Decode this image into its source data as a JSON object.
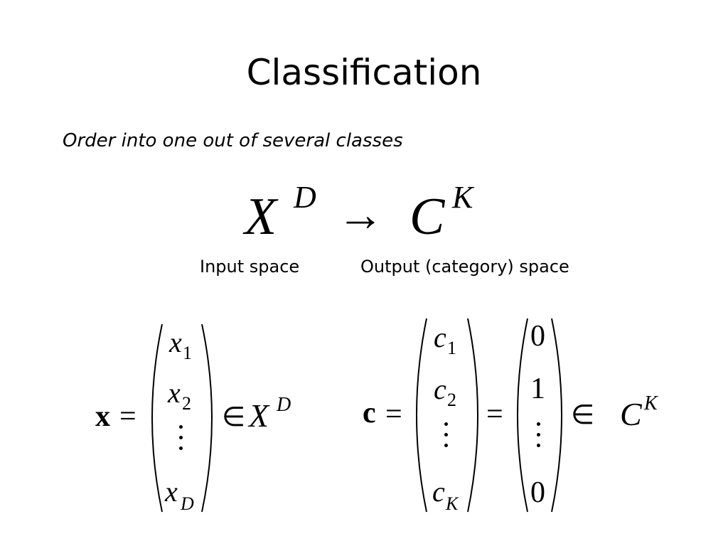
{
  "slide": {
    "title": "Classification",
    "subtitle": "Order into one out of several classes",
    "mapping": {
      "input_symbol": "X",
      "input_exponent": "D",
      "arrow": "→",
      "output_symbol": "C",
      "output_exponent": "K"
    },
    "captions": {
      "input": "Input space",
      "output": "Output (category) space"
    },
    "input_vector": {
      "name": "x",
      "equals": "=",
      "entries": [
        {
          "base": "x",
          "sub": "1"
        },
        {
          "base": "x",
          "sub": "2"
        },
        {
          "base": "x",
          "sub": "D"
        }
      ],
      "member_of": "∈",
      "space_symbol": "X",
      "space_exponent": "D"
    },
    "output_vector": {
      "name": "c",
      "equals": "=",
      "entries": [
        {
          "base": "c",
          "sub": "1"
        },
        {
          "base": "c",
          "sub": "2"
        },
        {
          "base": "c",
          "sub": "K"
        }
      ],
      "equals_2": "=",
      "onehot": [
        "0",
        "1",
        "0"
      ],
      "member_of": "∈",
      "space_symbol": "C",
      "space_exponent": "K"
    }
  }
}
